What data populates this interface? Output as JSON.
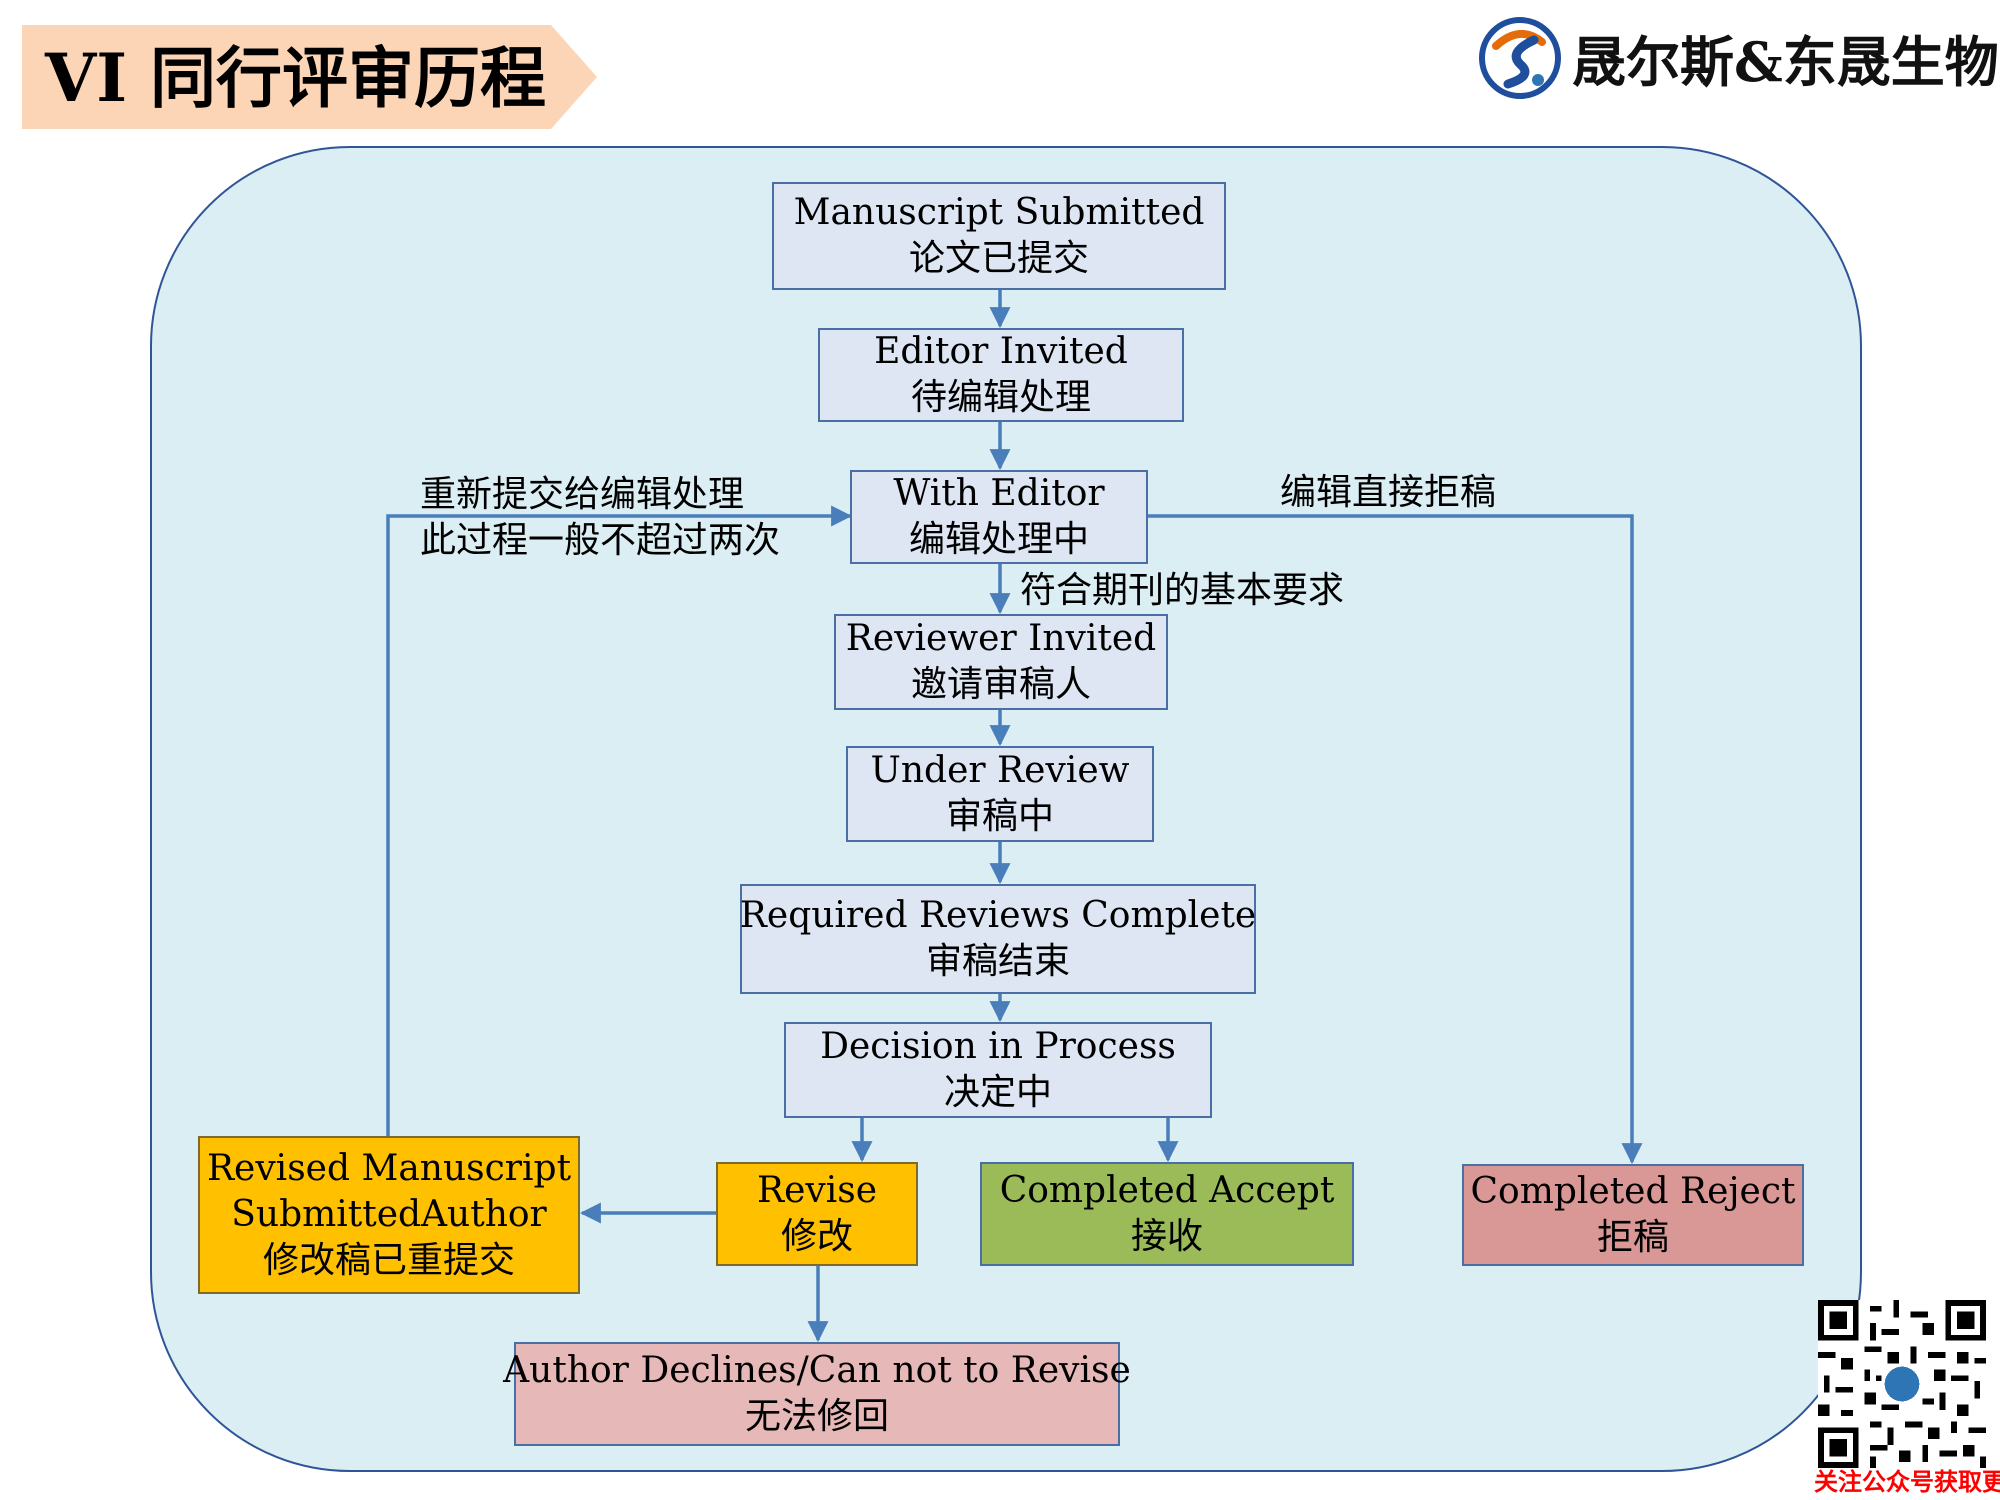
{
  "header": {
    "title": "VI 同行评审历程",
    "company": "晟尔斯&东晟生物"
  },
  "flow": {
    "submitted": {
      "en": "Manuscript Submitted",
      "zh": "论文已提交"
    },
    "editor_invited": {
      "en": "Editor Invited",
      "zh": "待编辑处理"
    },
    "with_editor": {
      "en": "With Editor",
      "zh": "编辑处理中"
    },
    "reviewer_invited": {
      "en": "Reviewer Invited",
      "zh": "邀请审稿人"
    },
    "under_review": {
      "en": "Under Review",
      "zh": "审稿中"
    },
    "reviews_complete": {
      "en": "Required Reviews Complete",
      "zh": "审稿结束"
    },
    "decision": {
      "en": "Decision in Process",
      "zh": "决定中"
    },
    "revise": {
      "en": "Revise",
      "zh": "修改"
    },
    "accept": {
      "en": "Completed Accept",
      "zh": "接收"
    },
    "reject": {
      "en": "Completed Reject",
      "zh": "拒稿"
    },
    "revised": {
      "en1": "Revised Manuscript",
      "en2": "SubmittedAuthor",
      "zh": "修改稿已重提交"
    },
    "declines": {
      "en": "Author Declines/Can not to Revise",
      "zh": "无法修回"
    }
  },
  "annotations": {
    "resubmit_line1": "重新提交给编辑处理",
    "resubmit_line2": "此过程一般不超过两次",
    "direct_reject": "编辑直接拒稿",
    "meets_requirements": "符合期刊的基本要求"
  },
  "footer": {
    "follow_text": "关注公众号获取更多资讯"
  },
  "colors": {
    "banner": "#fbd5b5",
    "panel": "#dbeef3",
    "box": "#dde6f2",
    "revise": "#ffc000",
    "accept": "#9bbb59",
    "reject": "#d99795",
    "declines": "#e6b8b7",
    "arrow": "#4a7ebb"
  }
}
